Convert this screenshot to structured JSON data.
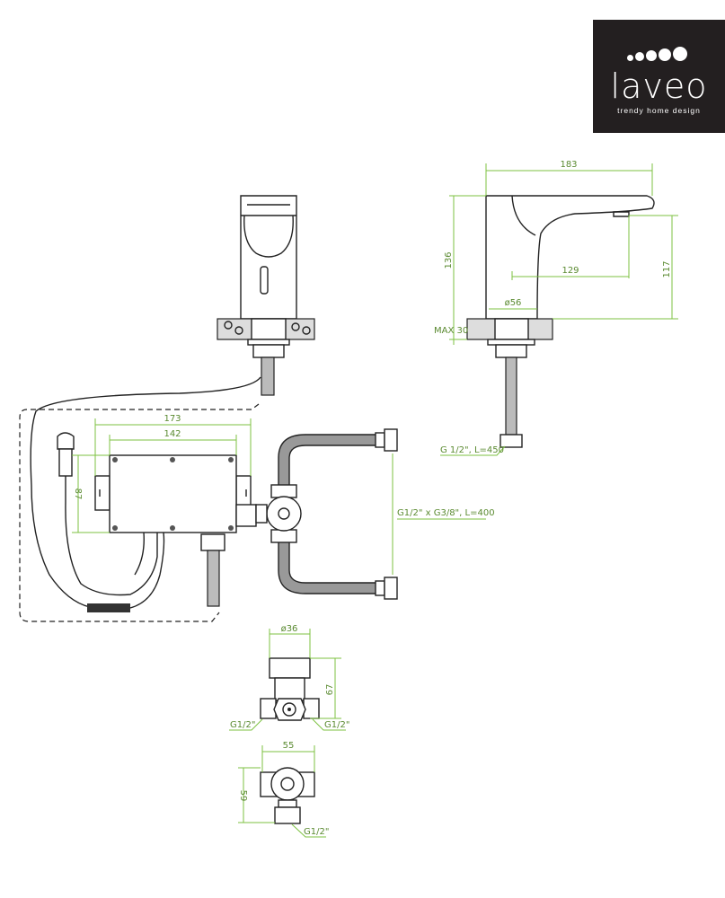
{
  "brand": {
    "name": "laveo",
    "tagline": "trendy home design"
  },
  "colors": {
    "dimension": "#7dc242",
    "outline": "#222222",
    "logo_bg": "#231f20"
  },
  "dimensions": {
    "spout_length": "183",
    "height": "136",
    "outlet_height": "117",
    "reach": "129",
    "base_diameter": "ø56",
    "max_countertop": "MAX 30",
    "faucet_hose": "G 1/2\", L=450",
    "box_width_total": "173",
    "box_width": "142",
    "box_height": "87",
    "supply_hoses": "G1/2\" x G3/8\", L=400",
    "valve_diameter": "ø36",
    "valve_height": "67",
    "valve_inlet_left": "G1/2\"",
    "valve_inlet_right": "G1/2\"",
    "valve_width": "55",
    "valve_depth": "59",
    "valve_outlet": "G1/2\""
  }
}
